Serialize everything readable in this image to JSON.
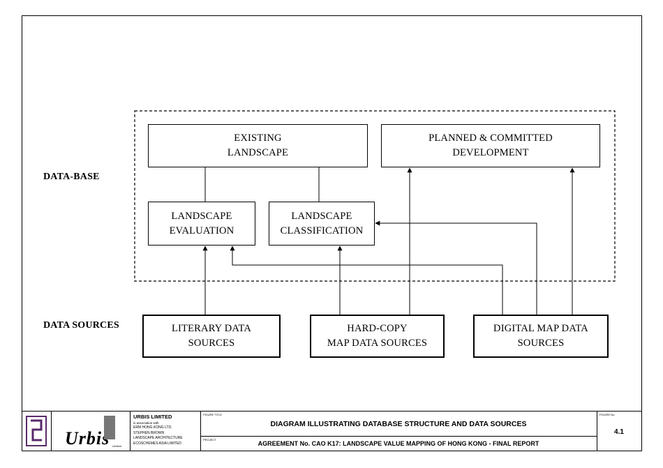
{
  "diagram": {
    "labels": {
      "database": "DATA-BASE",
      "sources": "DATA SOURCES"
    },
    "boxes": {
      "existing_landscape": "EXISTING\nLANDSCAPE",
      "planned_development": "PLANNED & COMMITTED\nDEVELOPMENT",
      "landscape_evaluation": "LANDSCAPE\nEVALUATION",
      "landscape_classification": "LANDSCAPE\nCLASSIFICATION",
      "literary_sources": "LITERARY DATA\nSOURCES",
      "hardcopy_sources": "HARD-COPY\nMAP DATA SOURCES",
      "digital_sources": "DIGITAL MAP DATA\nSOURCES"
    }
  },
  "title_block": {
    "company": "URBIS LIMITED",
    "association": "in association with",
    "partners": [
      "ERM HONG KONG LTD.",
      "STEPHEN BROWN",
      "LANDSCAPE ARCHITECTURE",
      "ECOSCHEMES ASIA LIMITED"
    ],
    "figure_title_caption": "FIGURE TITLE",
    "figure_title": "DIAGRAM ILLUSTRATING DATABASE STRUCTURE AND DATA SOURCES",
    "project_caption": "PROJECT",
    "project": "AGREEMENT No. CAO K17: LANDSCAPE VALUE MAPPING OF HONG KONG - FINAL REPORT",
    "figure_no_caption": "FIGURE No.",
    "figure_no": "4.1",
    "logo_text": "Urbis",
    "logo_sub": "Limited"
  }
}
